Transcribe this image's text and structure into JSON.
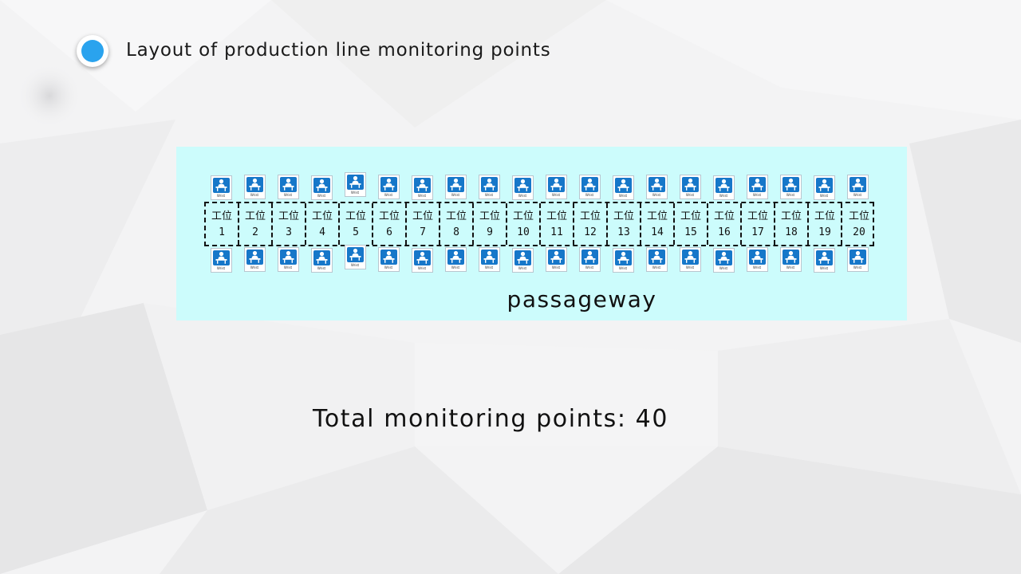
{
  "slide": {
    "title": "Layout of production line monitoring points",
    "passage_label": "passageway",
    "total_text": "Total monitoring points: 40"
  },
  "colors": {
    "accent_dot": "#2aa3ee",
    "floor": "#ccfcfc",
    "sign_plate": "#1677c9"
  },
  "layout_diagram": {
    "station_label": "工位",
    "station_numbers": [
      "1",
      "2",
      "3",
      "4",
      "5",
      "6",
      "7",
      "8",
      "9",
      "10",
      "11",
      "12",
      "13",
      "14",
      "15",
      "16",
      "17",
      "18",
      "19",
      "20"
    ],
    "sign_caption": "Wrist",
    "sign_icon": "worker-at-desk-icon",
    "monitoring_points_per_row": 20,
    "rows": [
      "top",
      "bottom"
    ]
  }
}
